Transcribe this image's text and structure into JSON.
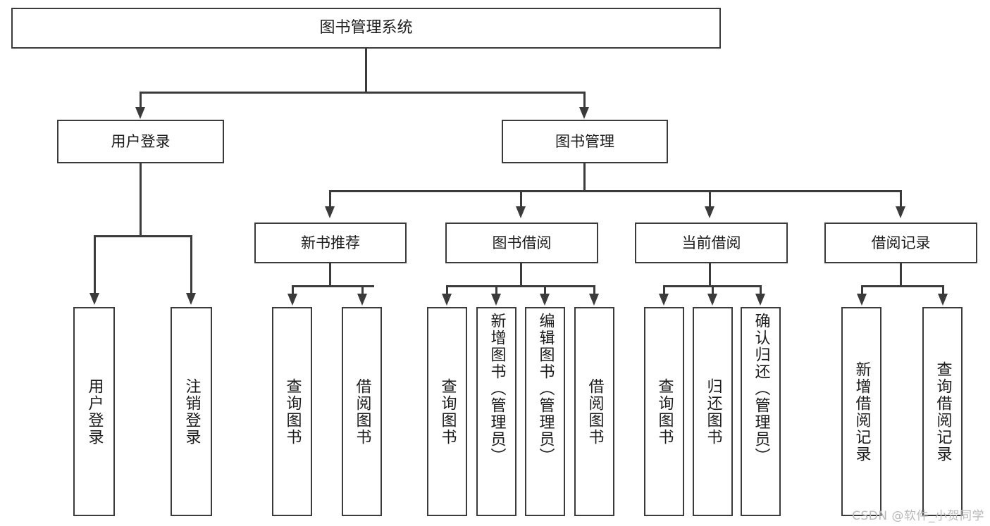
{
  "diagram": {
    "title": "图书管理系统",
    "watermark": "CSDN @软件_小贺同学",
    "accent_color": "#3b3b3b",
    "background_color": "#ffffff",
    "type": "tree-hierarchy",
    "levels": 4
  },
  "root": {
    "label": "图书管理系统"
  },
  "level2": [
    {
      "label": "用户登录"
    },
    {
      "label": "图书管理"
    }
  ],
  "level3": [
    {
      "label": "新书推荐"
    },
    {
      "label": "图书借阅"
    },
    {
      "label": "当前借阅"
    },
    {
      "label": "借阅记录"
    }
  ],
  "leaves": {
    "user_login": [
      {
        "label": "用户登录"
      },
      {
        "label": "注销登录"
      }
    ],
    "new_book_recommend": [
      {
        "label": "查询图书"
      },
      {
        "label": "借阅图书"
      }
    ],
    "book_borrow": [
      {
        "label": "查询图书"
      },
      {
        "label": "新增图书（管理员）"
      },
      {
        "label": "编辑图书（管理员）"
      },
      {
        "label": "借阅图书"
      }
    ],
    "current_borrow": [
      {
        "label": "查询图书"
      },
      {
        "label": "归还图书"
      },
      {
        "label": "确认归还（管理员）"
      }
    ],
    "borrow_record": [
      {
        "label": "新增借阅记录"
      },
      {
        "label": "查询借阅记录"
      }
    ]
  }
}
